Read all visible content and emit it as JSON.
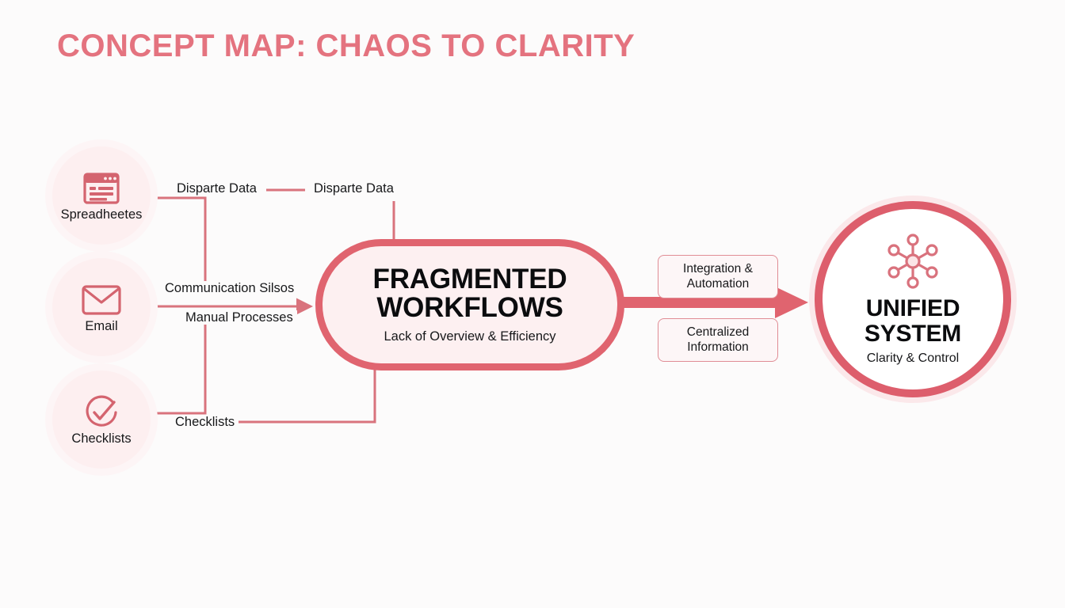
{
  "page": {
    "title": "CONCEPT MAP: CHAOS TO CLARITY",
    "background_color": "#fcfbfb",
    "accent_color": "#e4737f"
  },
  "colors": {
    "title": "#e4737f",
    "primary_line": "#d9737d",
    "central_border": "#e0646f",
    "goal_ring": "#dd5e6c",
    "node_fill": "#fdeff0",
    "node_halo": "#fdf5f6",
    "box_border": "#e08d95",
    "text": "#17181a"
  },
  "sources": [
    {
      "id": "spreadsheets",
      "label": "Spreadheetes",
      "icon": "spreadsheet-window-icon"
    },
    {
      "id": "email",
      "label": "Email",
      "icon": "envelope-icon"
    },
    {
      "id": "checklists",
      "label": "Checklists",
      "icon": "check-circle-icon"
    }
  ],
  "edge_labels": {
    "disparate_data_left": "Disparte Data",
    "disparate_data_right": "Disparte Data",
    "communication_silos": "Communication Silsos",
    "manual_processes": "Manual Processes",
    "checklists": "Checklists"
  },
  "central": {
    "title": "FRAGMENTED WORKFLOWS",
    "title_line1": "FRAGMENTED",
    "title_line2": "WORKFLOWS",
    "subtitle": "Lack of Overview & Efficiency"
  },
  "benefits": [
    {
      "id": "integration",
      "label": "Integration & Automation",
      "line1": "Integration &",
      "line2": "Automation"
    },
    {
      "id": "centralized",
      "label": "Centralized Information",
      "line1": "Centralized",
      "line2": "Information"
    }
  ],
  "goal": {
    "title": "UNIFIED SYSTEM",
    "title_line1": "UNIFIED",
    "title_line2": "SYSTEM",
    "subtitle": "Clarity & Control",
    "icon": "network-hub-icon"
  }
}
